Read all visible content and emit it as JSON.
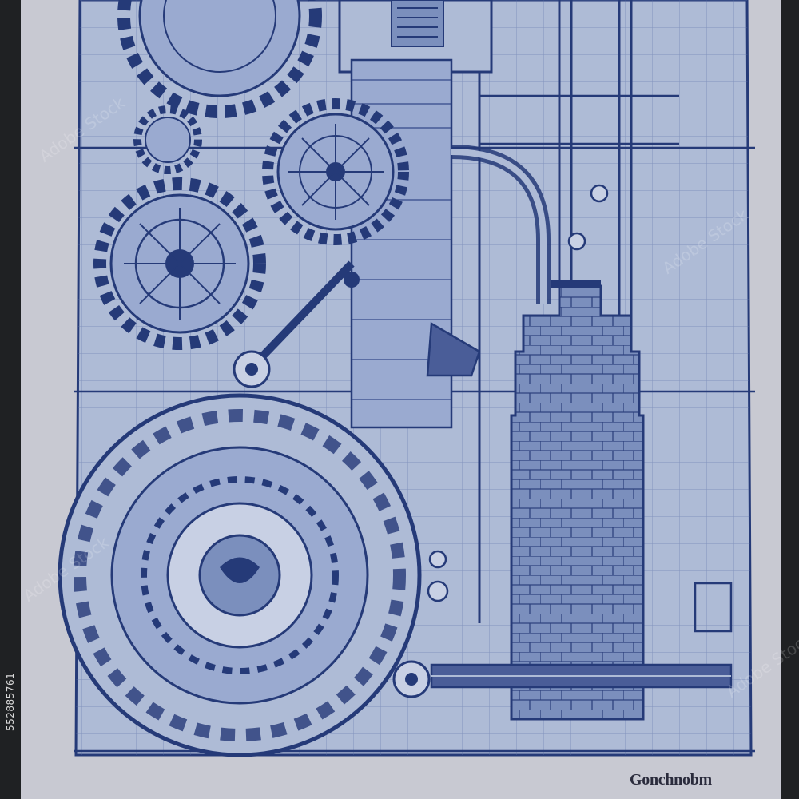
{
  "stock_id": "552885761",
  "caption": "Gonchnobm",
  "watermark_text": "Adobe Stock",
  "colors": {
    "frame": "#1f2123",
    "paper": "#c8c9d2",
    "blueprint_fill": "#aebbd6",
    "ink": "#253a78",
    "ink_light": "#6f7fae",
    "tower_fill": "#7b8fbd"
  },
  "icons": [
    "gear-icon",
    "flywheel-icon",
    "tower-icon"
  ]
}
